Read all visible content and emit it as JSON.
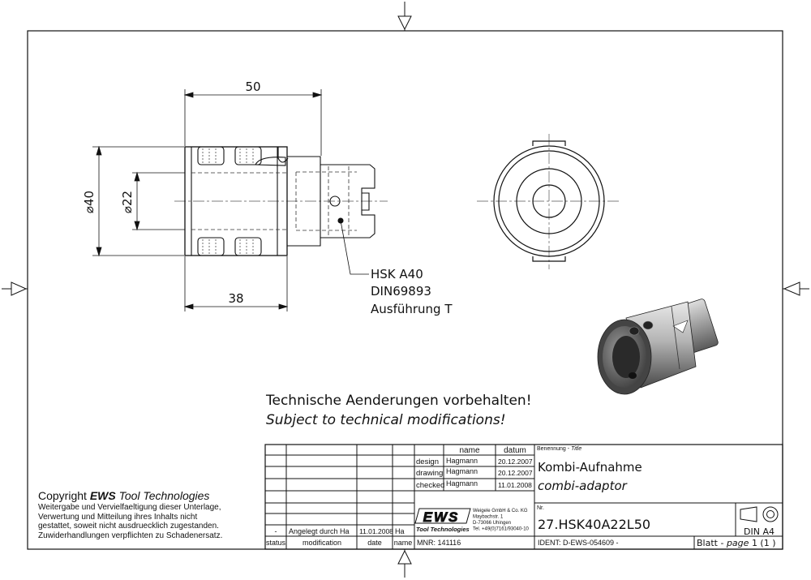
{
  "dimensions": {
    "length_total": "50",
    "length_body": "38",
    "diameter_outer": "⌀40",
    "diameter_bore": "⌀22"
  },
  "callout": {
    "line1": "HSK A40",
    "line2": "DIN69893",
    "line3": "Ausführung T"
  },
  "notice": {
    "de": "Technische Aenderungen vorbehalten!",
    "en": "Subject to technical modifications!"
  },
  "copyright": {
    "prefix": "Copyright",
    "brand": "EWS",
    "company": "Tool Technologies",
    "lines": [
      "Weitergabe und Vervielfaeltigung dieser Unterlage,",
      "Verwertung und Mitteilung ihres Inhalts nicht",
      "gestattet, soweit nicht ausdruecklich zugestanden.",
      "Zuwiderhandlungen verpflichten zu Schadenersatz."
    ]
  },
  "title_block": {
    "col_name": "name",
    "col_date": "datum",
    "rows": [
      {
        "label": "design",
        "name": "Hagmann",
        "date": "20.12.2007"
      },
      {
        "label": "drawing",
        "name": "Hagmann",
        "date": "20.12.2007"
      },
      {
        "label": "checked",
        "name": "Hagmann",
        "date": "11.01.2008"
      }
    ],
    "benennung_label": "Benennung",
    "title_label": "Title",
    "title_de": "Kombi-Aufnahme",
    "title_en": "combi-adaptor",
    "nr_label": "Nr.",
    "part_number": "27.HSK40A22L50",
    "format": "DIN A4",
    "ident": "IDENT: D-EWS-054609 -",
    "blatt_label": "Blatt",
    "page_label": "page",
    "page_value": "1 (1 )",
    "mnr": "MNR: 141116",
    "revision": {
      "status": "-",
      "modification": "Angelegt durch Ha",
      "date": "11.01.2008",
      "name": "Ha"
    },
    "rev_headers": {
      "status": "status",
      "modification": "modification",
      "date": "date",
      "name": "name"
    }
  },
  "company": {
    "logo": "EWS",
    "logo_sub": "Tool Technologies",
    "address": [
      "Weigele GmbH & Co. KG",
      "Maybachstr. 1",
      "D-73066 Uhingen",
      "Tel. +49(0)7161/93040-10"
    ]
  },
  "colors": {
    "line": "#111111",
    "center_line": "#555555",
    "hidden": "#333333",
    "paper": "#ffffff"
  }
}
